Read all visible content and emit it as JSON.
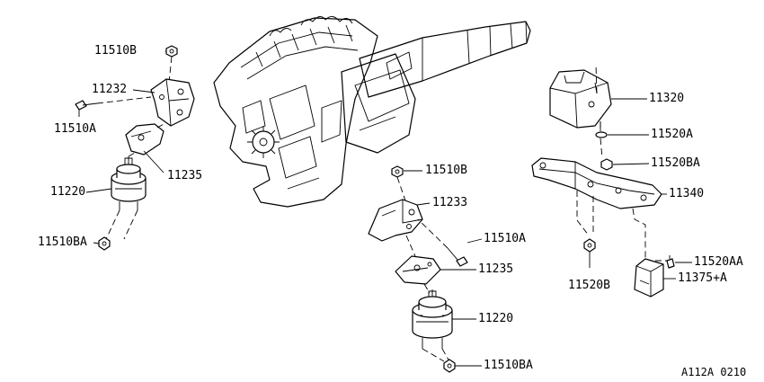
{
  "labels": {
    "l_11510b_a": "11510B",
    "l_11232": "11232",
    "l_11510a_a": "11510A",
    "l_11235_a": "11235",
    "l_11220_a": "11220",
    "l_11510ba_a": "11510BA",
    "l_11510b_b": "11510B",
    "l_11233": "11233",
    "l_11510a_b": "11510A",
    "l_11235_b": "11235",
    "l_11220_b": "11220",
    "l_11510ba_b": "11510BA",
    "l_11320": "11320",
    "l_11520a": "11520A",
    "l_11520ba": "11520BA",
    "l_11340": "11340",
    "l_11520aa": "11520AA",
    "l_11375a": "11375+A",
    "l_11520b": "11520B"
  },
  "drawing_code": "A112A 0210"
}
